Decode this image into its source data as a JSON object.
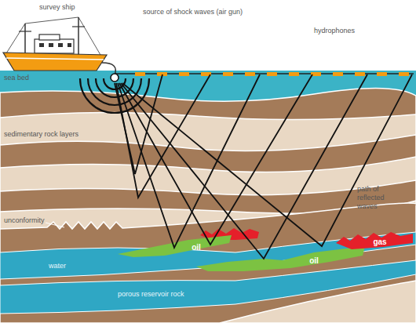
{
  "diagram": {
    "nodes": [
      {
        "text": [
          "oil"
        ]
      },
      {
        "text": [
          "oil"
        ]
      },
      {
        "text": [
          "gas"
        ]
      }
    ],
    "labels": [
      "survey ship",
      "source of shock waves (air gun)",
      "hydrophones",
      "sea bed",
      "sedimentary rock layers",
      "path of reflected waves",
      "unconformity",
      "water",
      "porous reservoir rock"
    ]
  }
}
